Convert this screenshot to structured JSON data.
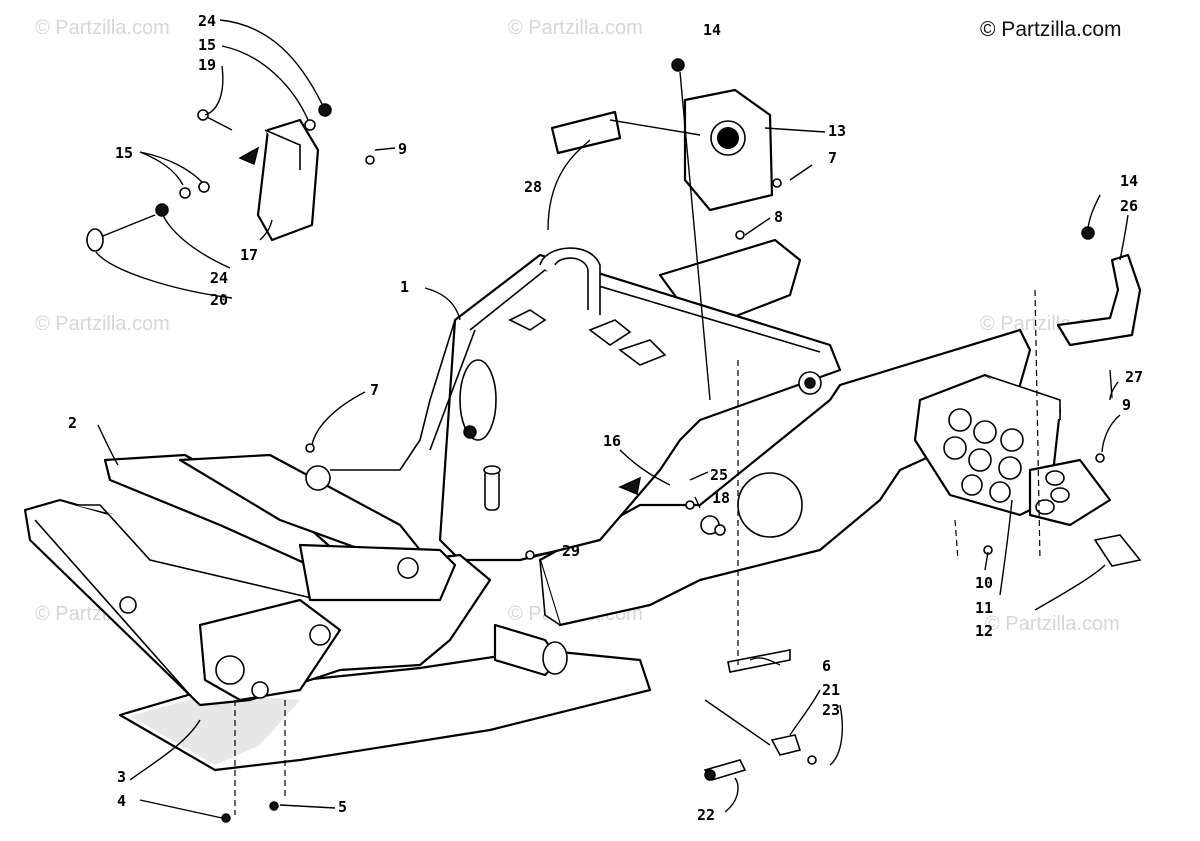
{
  "copyright": "© Partzilla.com",
  "watermarks": [
    "© Partzilla.com",
    "© Partzilla.com",
    "© Partzilla.com",
    "© Partzilla.com",
    "© Partzilla.com",
    "© Partzilla.com",
    "© Partzilla.com"
  ],
  "callouts": [
    "1",
    "2",
    "3",
    "4",
    "5",
    "6",
    "7",
    "7",
    "8",
    "9",
    "9",
    "10",
    "11",
    "12",
    "13",
    "14",
    "14",
    "15",
    "15",
    "16",
    "17",
    "18",
    "19",
    "20",
    "21",
    "22",
    "23",
    "24",
    "24",
    "25",
    "26",
    "27",
    "28",
    "29"
  ]
}
